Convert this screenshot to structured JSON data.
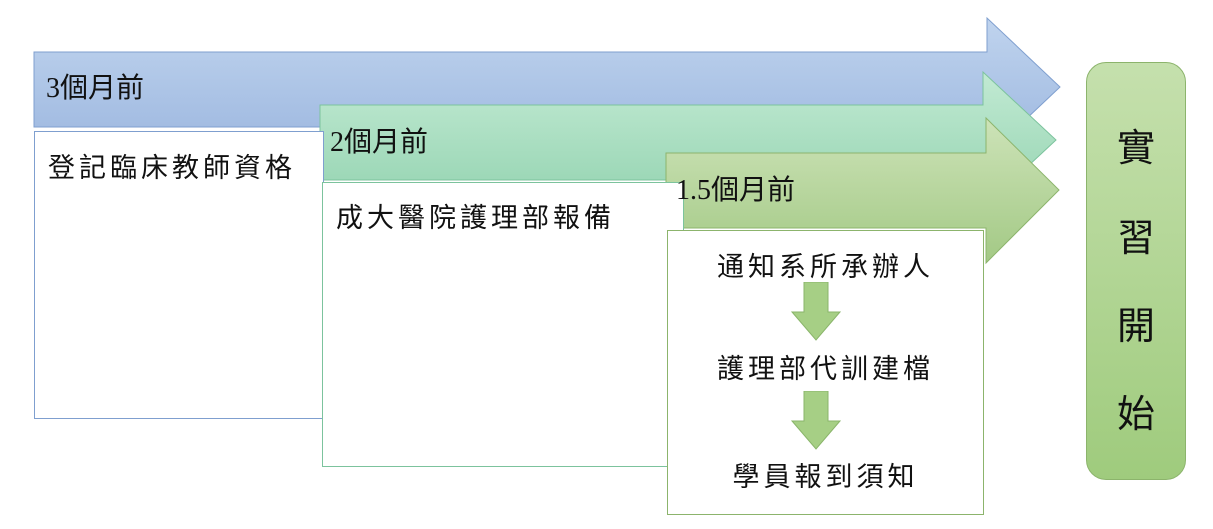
{
  "phases": [
    {
      "label": "3個月前",
      "box_text": "登記臨床教師資格",
      "color": "#a9c3e4"
    },
    {
      "label": "2個月前",
      "box_text": "成大醫院護理部報備",
      "color": "#a6dbbf"
    },
    {
      "label": "1.5個月前",
      "color": "#b5d49c"
    }
  ],
  "steps": [
    "通知系所承辦人",
    "護理部代訓建檔",
    "學員報到須知"
  ],
  "start": {
    "chars": [
      "實",
      "習",
      "開",
      "始"
    ],
    "color": "#b6d99a"
  }
}
